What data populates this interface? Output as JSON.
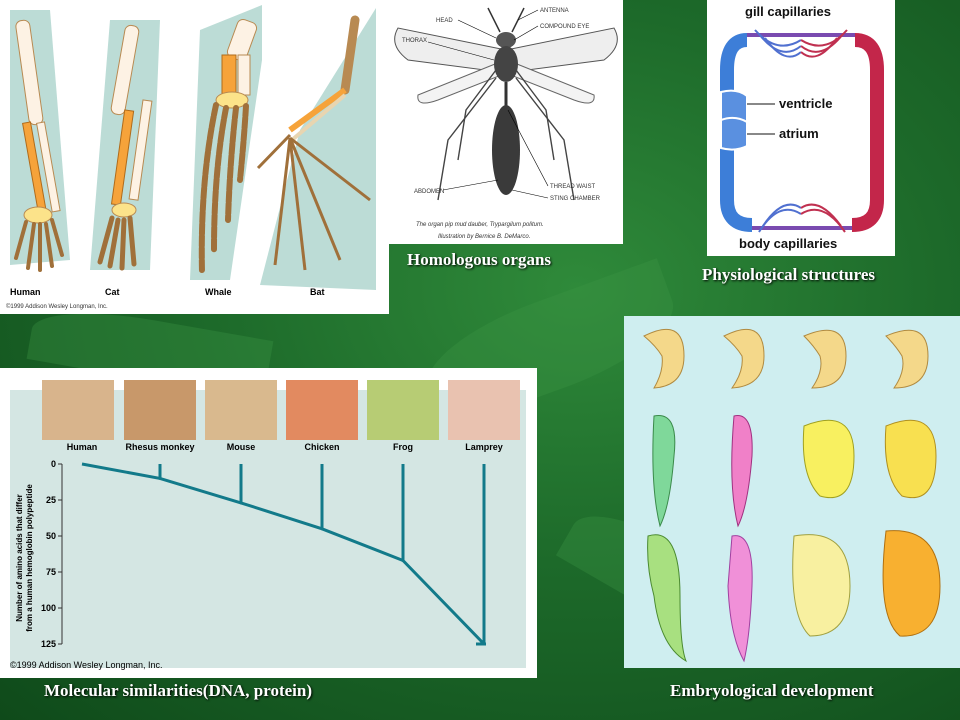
{
  "captions": {
    "homologous": "Homologous organs",
    "physiological": "Physiological structures",
    "molecular": "Molecular similarities(DNA, protein)",
    "embryological": "Embryological development"
  },
  "limbs": {
    "labels": [
      "Human",
      "Cat",
      "Whale",
      "Bat"
    ],
    "copyright": "©1999 Addison Wesley Longman, Inc."
  },
  "insect": {
    "labels": {
      "head": "HEAD",
      "antenna": "ANTENNA",
      "compound_eye": "COMPOUND EYE",
      "thorax": "THORAX",
      "abdomen": "ABDOMEN",
      "thread_waist": "THREAD WAIST",
      "sting_chamber": "STING CHAMBER"
    },
    "caption_line1": "The organ pip mud dauber, Trypargilum politum.",
    "caption_line2": "Illustration by Bernice B. DeMarco."
  },
  "heart": {
    "gill": "gill capillaries",
    "ventricle": "ventricle",
    "atrium": "atrium",
    "body": "body capillaries"
  },
  "chart_data": {
    "type": "line",
    "categories": [
      "Human",
      "Rhesus monkey",
      "Mouse",
      "Chicken",
      "Frog",
      "Lamprey"
    ],
    "values": [
      0,
      10,
      27,
      45,
      67,
      125
    ],
    "ylabel_line1": "Number of amino acids that differ",
    "ylabel_line2": "from a human hemoglobin polypeptide",
    "yticks": [
      "0",
      "25",
      "50",
      "75",
      "100",
      "125"
    ],
    "ylim": [
      0,
      125
    ],
    "copyright": "©1999 Addison Wesley Longman, Inc.",
    "colors": {
      "line": "#127a8a",
      "background": "#d4e6e3"
    }
  }
}
